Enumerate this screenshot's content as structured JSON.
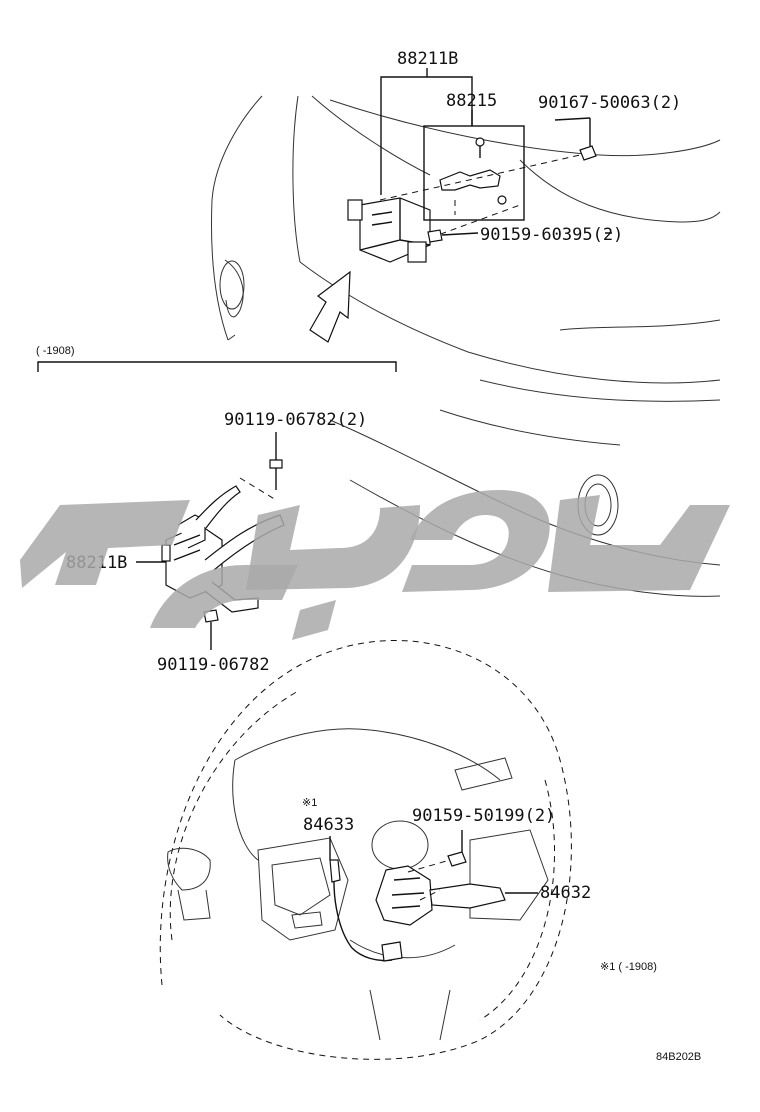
{
  "callouts": {
    "radar_sensor_top": "88211B",
    "bracket": "88215",
    "screw_top_right": "90167-50063(2)",
    "bolt_right": "90159-60395(2)",
    "bolt_bracket_top": "90119-06782(2)",
    "radar_sensor_left": "88211B",
    "bolt_bracket_bottom": "90119-06782",
    "note_mark": "※1",
    "switch_left": "84633",
    "screw_wheel": "90159-50199(2)",
    "switch_right": "84632"
  },
  "notes": {
    "range_bracket": "(      -1908)",
    "footnote": "※1 (      -1908)"
  },
  "illustration_code": "84B202B",
  "watermark": {
    "color": "#a9a9a9"
  }
}
